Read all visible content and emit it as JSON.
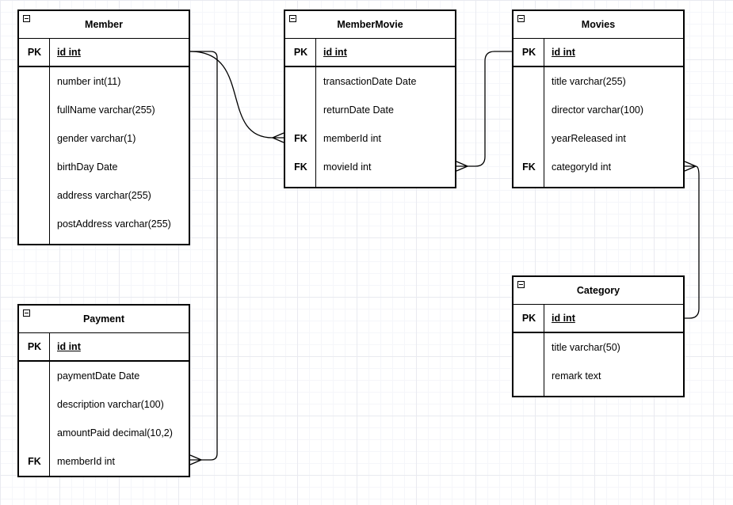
{
  "tables": [
    {
      "id": "member",
      "title": "Member",
      "rows": [
        {
          "key": "PK",
          "field": "id int",
          "pk": true
        },
        {
          "key": "",
          "field": "number int(11)"
        },
        {
          "key": "",
          "field": "fullName varchar(255)"
        },
        {
          "key": "",
          "field": "gender varchar(1)"
        },
        {
          "key": "",
          "field": "birthDay Date"
        },
        {
          "key": "",
          "field": "address varchar(255)"
        },
        {
          "key": "",
          "field": "postAddress varchar(255)"
        }
      ]
    },
    {
      "id": "membermovie",
      "title": "MemberMovie",
      "rows": [
        {
          "key": "PK",
          "field": "id int",
          "pk": true
        },
        {
          "key": "",
          "field": "transactionDate Date"
        },
        {
          "key": "",
          "field": "returnDate Date"
        },
        {
          "key": "FK",
          "field": "memberId int"
        },
        {
          "key": "FK",
          "field": "movieId int"
        }
      ]
    },
    {
      "id": "movies",
      "title": "Movies",
      "rows": [
        {
          "key": "PK",
          "field": "id int",
          "pk": true
        },
        {
          "key": "",
          "field": "title varchar(255)"
        },
        {
          "key": "",
          "field": "director varchar(100)"
        },
        {
          "key": "",
          "field": "yearReleased int"
        },
        {
          "key": "FK",
          "field": "categoryId int"
        }
      ]
    },
    {
      "id": "category",
      "title": "Category",
      "rows": [
        {
          "key": "PK",
          "field": "id int",
          "pk": true
        },
        {
          "key": "",
          "field": "title varchar(50)"
        },
        {
          "key": "",
          "field": "remark text"
        }
      ]
    },
    {
      "id": "payment",
      "title": "Payment",
      "rows": [
        {
          "key": "PK",
          "field": "id int",
          "pk": true
        },
        {
          "key": "",
          "field": "paymentDate Date"
        },
        {
          "key": "",
          "field": "description varchar(100)"
        },
        {
          "key": "",
          "field": "amountPaid decimal(10,2)"
        },
        {
          "key": "FK",
          "field": "memberId int"
        }
      ]
    }
  ],
  "relationships": [
    {
      "from": "Member.id",
      "to": "MemberMovie.memberId",
      "type": "one-to-many"
    },
    {
      "from": "Movies.id",
      "to": "MemberMovie.movieId",
      "type": "one-to-many"
    },
    {
      "from": "Category.id",
      "to": "Movies.categoryId",
      "type": "one-to-many"
    },
    {
      "from": "Member.id",
      "to": "Payment.memberId",
      "type": "one-to-many"
    }
  ],
  "colors": {
    "line": "#000000",
    "table_border": "#000000",
    "table_bg": "#ffffff",
    "grid_minor": "#f5f6fa",
    "grid_major": "#e9eaf0"
  },
  "icons": {
    "collapse": "minus-square-icon",
    "many_end": "crowfoot-many-icon"
  }
}
